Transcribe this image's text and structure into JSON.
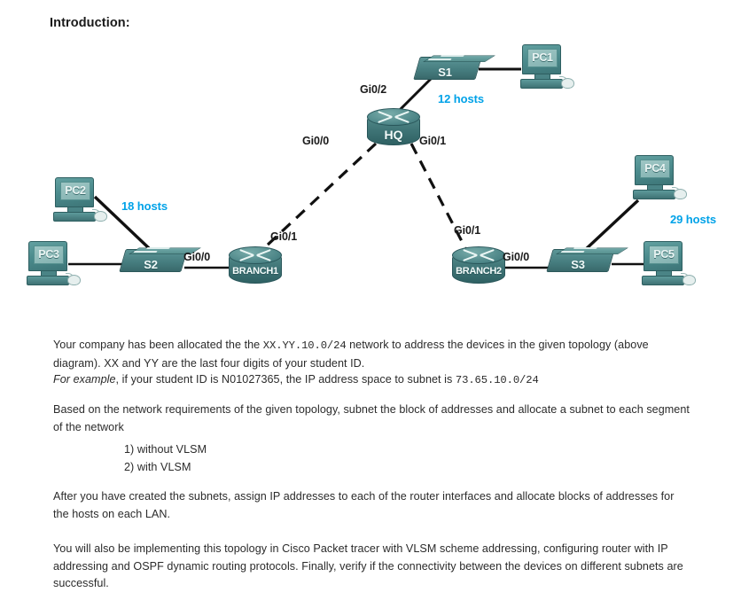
{
  "heading": "Introduction:",
  "colors": {
    "host_label": "#00a2e8",
    "device_teal": "#477e80",
    "text": "#2b2b2b"
  },
  "topology": {
    "devices": [
      {
        "id": "pc1",
        "type": "pc",
        "label": "PC1"
      },
      {
        "id": "pc2",
        "type": "pc",
        "label": "PC2"
      },
      {
        "id": "pc3",
        "type": "pc",
        "label": "PC3"
      },
      {
        "id": "pc4",
        "type": "pc",
        "label": "PC4"
      },
      {
        "id": "pc5",
        "type": "pc",
        "label": "PC5"
      },
      {
        "id": "s1",
        "type": "switch",
        "label": "S1"
      },
      {
        "id": "s2",
        "type": "switch",
        "label": "S2"
      },
      {
        "id": "s3",
        "type": "switch",
        "label": "S3"
      },
      {
        "id": "hq",
        "type": "router",
        "label": "HQ"
      },
      {
        "id": "branch1",
        "type": "router",
        "label": "BRANCH1"
      },
      {
        "id": "branch2",
        "type": "router",
        "label": "BRANCH2"
      }
    ],
    "interface_labels": [
      {
        "id": "hq-gi02",
        "text": "Gi0/2"
      },
      {
        "id": "hq-gi00",
        "text": "Gi0/0"
      },
      {
        "id": "hq-gi01",
        "text": "Gi0/1"
      },
      {
        "id": "branch1-gi01",
        "text": "Gi0/1"
      },
      {
        "id": "branch1-gi00",
        "text": "Gi0/0"
      },
      {
        "id": "branch2-gi01",
        "text": "Gi0/1"
      },
      {
        "id": "branch2-gi00",
        "text": "Gi0/0"
      }
    ],
    "host_counts": [
      {
        "id": "lan-s1",
        "text": "12 hosts"
      },
      {
        "id": "lan-s2",
        "text": "18 hosts"
      },
      {
        "id": "lan-s3",
        "text": "29 hosts"
      }
    ]
  },
  "body": {
    "p1": {
      "a": "Your company has been allocated the the ",
      "net": "XX.YY.10.0/24",
      "b": " network to address the devices in the given topology (above diagram).  XX and YY are the last four digits of your student ID."
    },
    "p2": {
      "em": "For example",
      "a": ", if your student ID is N01027365, the IP address space to subnet is ",
      "net": "73.65.10.0/24"
    },
    "p3": "Based on the network requirements of the given topology, subnet the block of addresses and allocate a subnet to each segment of the network",
    "list": [
      "1) without VLSM",
      "2) with VLSM"
    ],
    "p4": "After you have created the subnets, assign IP addresses to each of the router interfaces and allocate blocks of addresses for the hosts on each LAN.",
    "p5": "You will also be implementing this topology in Cisco Packet tracer with VLSM scheme addressing, configuring router with IP addressing and OSPF dynamic routing protocols. Finally, verify if the connectivity between the devices on different subnets are successful."
  }
}
